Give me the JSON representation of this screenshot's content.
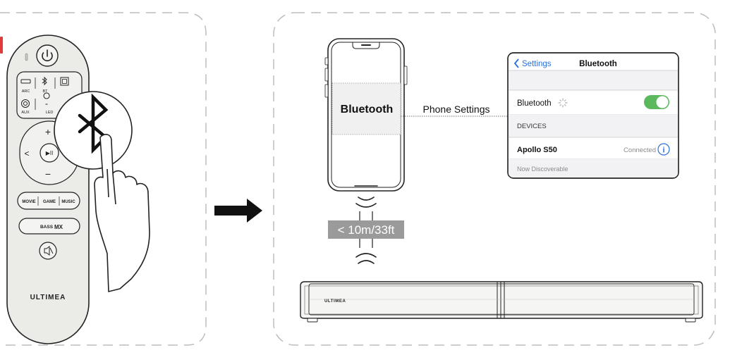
{
  "remote": {
    "btn_arc": "ARC",
    "btn_bt": "BT",
    "btn_aux": "AUX",
    "btn_led": "LED",
    "btn_plus": "+",
    "btn_minus": "−",
    "btn_prev": "<",
    "btn_play": "▶II",
    "btn_movie": "MOVIE",
    "btn_game": "GAME",
    "btn_music": "MUSIC",
    "btn_bass": "BASS",
    "bass_mark": "MX",
    "brand": "ULTIMEA"
  },
  "phone": {
    "screen_text": "Bluetooth",
    "settings_caption": "Phone Settings"
  },
  "range": {
    "label": "< 10m/33ft"
  },
  "ios_panel": {
    "back_label": "Settings",
    "title": "Bluetooth",
    "bluetooth_row_label": "Bluetooth",
    "toggle_on": true,
    "section_header": "DEVICES",
    "device_name": "Apollo S50",
    "device_status": "Connected",
    "discoverable_note": "Now Discoverable",
    "toggle_color": "#5bb85c"
  },
  "soundbar": {
    "brand": "ULTIMEA"
  },
  "colors": {
    "remote_body": "#ebebe8",
    "line": "#222222",
    "dash": "#bdbdbd",
    "range_bg": "#9a9a9a",
    "accent_red": "#e03a3a"
  }
}
